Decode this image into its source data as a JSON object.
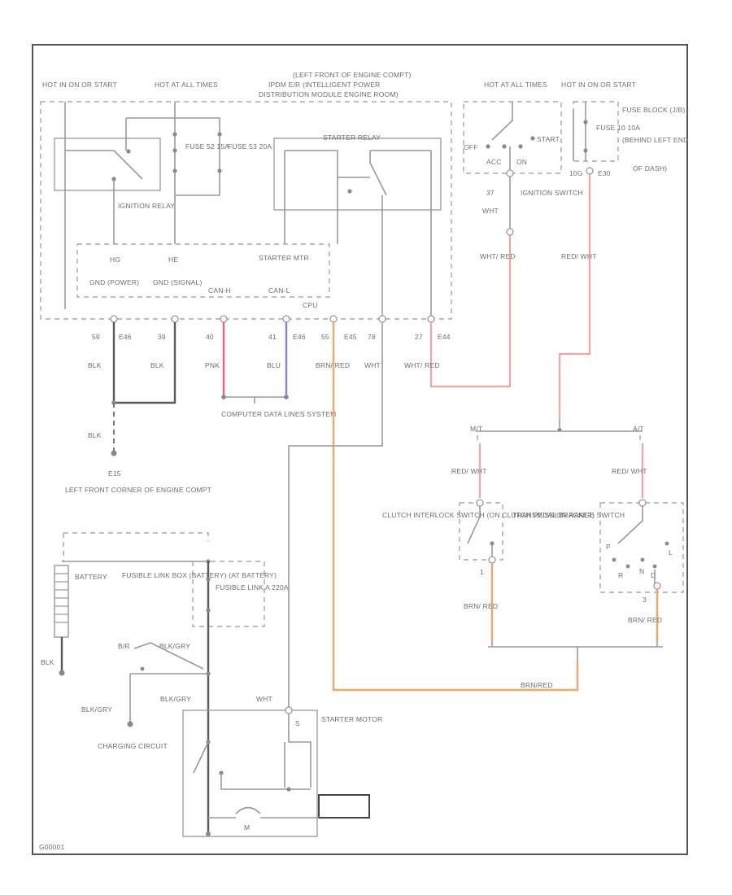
{
  "labels": {
    "hot_run_start": "HOT IN ON OR START",
    "hot_all_times_1": "HOT AT ALL TIMES",
    "ipdm_loc": "(LEFT FRONT OF ENGINE COMPT)",
    "ipdm_name": "IPDM E/R (INTELLIGENT POWER",
    "ipdm_name2": "DISTRIBUTION MODULE ENGINE ROOM)",
    "hot_all_times_2": "HOT AT ALL TIMES",
    "hot_run_start_2": "HOT IN ON OR START",
    "fuse_block": "FUSE BLOCK (J/B)",
    "fuse_block_loc": "(BEHIND LEFT END",
    "fuse_block_loc2": "OF DASH)",
    "fuse_10": "FUSE 10 10A",
    "starter_relay": "STARTER RELAY",
    "fuse_52": "FUSE 52 15A",
    "fuse_53": "FUSE 53 20A",
    "ignition_relay": "IGNITION RELAY",
    "off": "OFF",
    "start": "START",
    "acc": "ACC",
    "on": "ON",
    "ignition_switch": "IGNITION SWITCH",
    "hg": "HG",
    "he": "HE",
    "starter_mtr": "STARTER MTR",
    "gnd_power": "GND (POWER)",
    "gnd_signal": "GND (SIGNAL)",
    "can_h": "CAN-H",
    "can_l": "CAN-L",
    "cpu": "CPU",
    "pin_59": "59",
    "conn_e46a": "E46",
    "pin_39": "39",
    "pin_40": "40",
    "pin_41": "41",
    "conn_e46b": "E46",
    "pin_55": "55",
    "conn_e45": "E45",
    "pin_78": "78",
    "pin_27": "27",
    "conn_e44": "E44",
    "pin_37": "37",
    "pin_10g": "10G",
    "conn_e30": "E30",
    "blk1": "BLK",
    "blk2": "BLK",
    "pnk": "PNK",
    "blu": "BLU",
    "brn_red": "BRN/ RED",
    "wht": "WHT",
    "wht_red_1": "WHT/ RED",
    "wht_red_2": "WHT/ RED",
    "red_wht_1": "RED/ WHT",
    "wht_ign": "WHT",
    "computer_data": "COMPUTER DATA LINES SYSTEM",
    "blk_ground": "BLK",
    "e15": "E15",
    "ground_loc": "LEFT FRONT CORNER OF ENGINE COMPT",
    "mt": "M/T",
    "at": "A/T",
    "red_wht_2": "RED/ WHT",
    "red_wht_3": "RED/ WHT",
    "clutch": "CLUTCH INTERLOCK SWITCH (ON CLUTCH PEDAL BRACKET)",
    "trans_range": "TRANSMISSION RANGE SWITCH",
    "p": "P",
    "r": "R",
    "n": "N",
    "d": "D",
    "l": "L",
    "pin_1": "1",
    "pin_3": "3",
    "brn_red_2": "BRN/ RED",
    "brn_red_3": "BRN/ RED",
    "brn_red_4": "BRN/RED",
    "battery": "BATTERY",
    "blk_bat": "BLK",
    "fusible_box": "FUSIBLE LINK BOX (BATTERY) (AT BATTERY)",
    "fusible_link": "FUSIBLE LINK A 220A",
    "b_r": "B/R",
    "blk_gry_1": "BLK/GRY",
    "blk_gry_2": "BLK/GRY",
    "blk_gry_3": "BLK/GRY",
    "wht_starter": "WHT",
    "charging": "CHARGING CIRCUIT",
    "starter_motor": "STARTER MOTOR",
    "s_term": "S",
    "m_term": "M",
    "diagram_id": "G00001"
  },
  "colors": {
    "pnk_wire": "#f06080",
    "blu_wire": "#7f7ff5",
    "brn_red_wire": "#f2a668",
    "red_wire": "#f5a3a3",
    "line": "#9a9a9a"
  }
}
